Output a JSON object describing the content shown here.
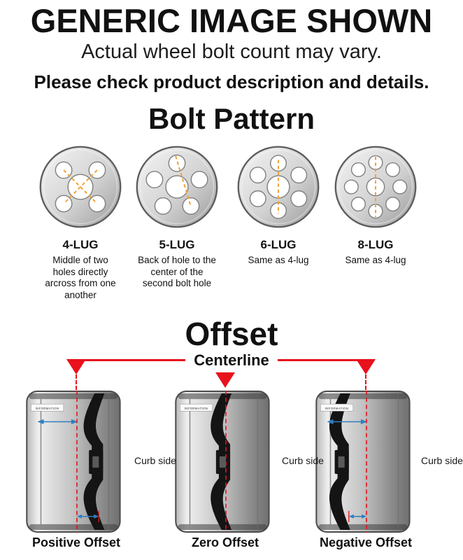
{
  "header": {
    "title": "GENERIC IMAGE SHOWN",
    "subtitle": "Actual wheel bolt count may vary.",
    "note": "Please check product description and details."
  },
  "bolt_pattern": {
    "title": "Bolt Pattern",
    "lugs": [
      {
        "label": "4-LUG",
        "description": "Middle of two holes directly arcross from one another"
      },
      {
        "label": "5-LUG",
        "description": "Back of hole to the center of the second bolt hole"
      },
      {
        "label": "6-LUG",
        "description": "Same as 4-lug"
      },
      {
        "label": "8-LUG",
        "description": "Same as 4-lug"
      }
    ]
  },
  "offset": {
    "title": "Offset",
    "centerline_label": "Centerline",
    "curb_side": "Curb side",
    "barrel_text": "INFORMATION",
    "diagrams": [
      {
        "label": "Positive Offset"
      },
      {
        "label": "Zero Offset"
      },
      {
        "label": "Negative Offset"
      }
    ]
  },
  "colors": {
    "centerline_red": "#e8111c",
    "measure_blue": "#2e7fc2",
    "dash_orange": "#f2a33c",
    "wheel_gray": "#c9c9c9"
  }
}
